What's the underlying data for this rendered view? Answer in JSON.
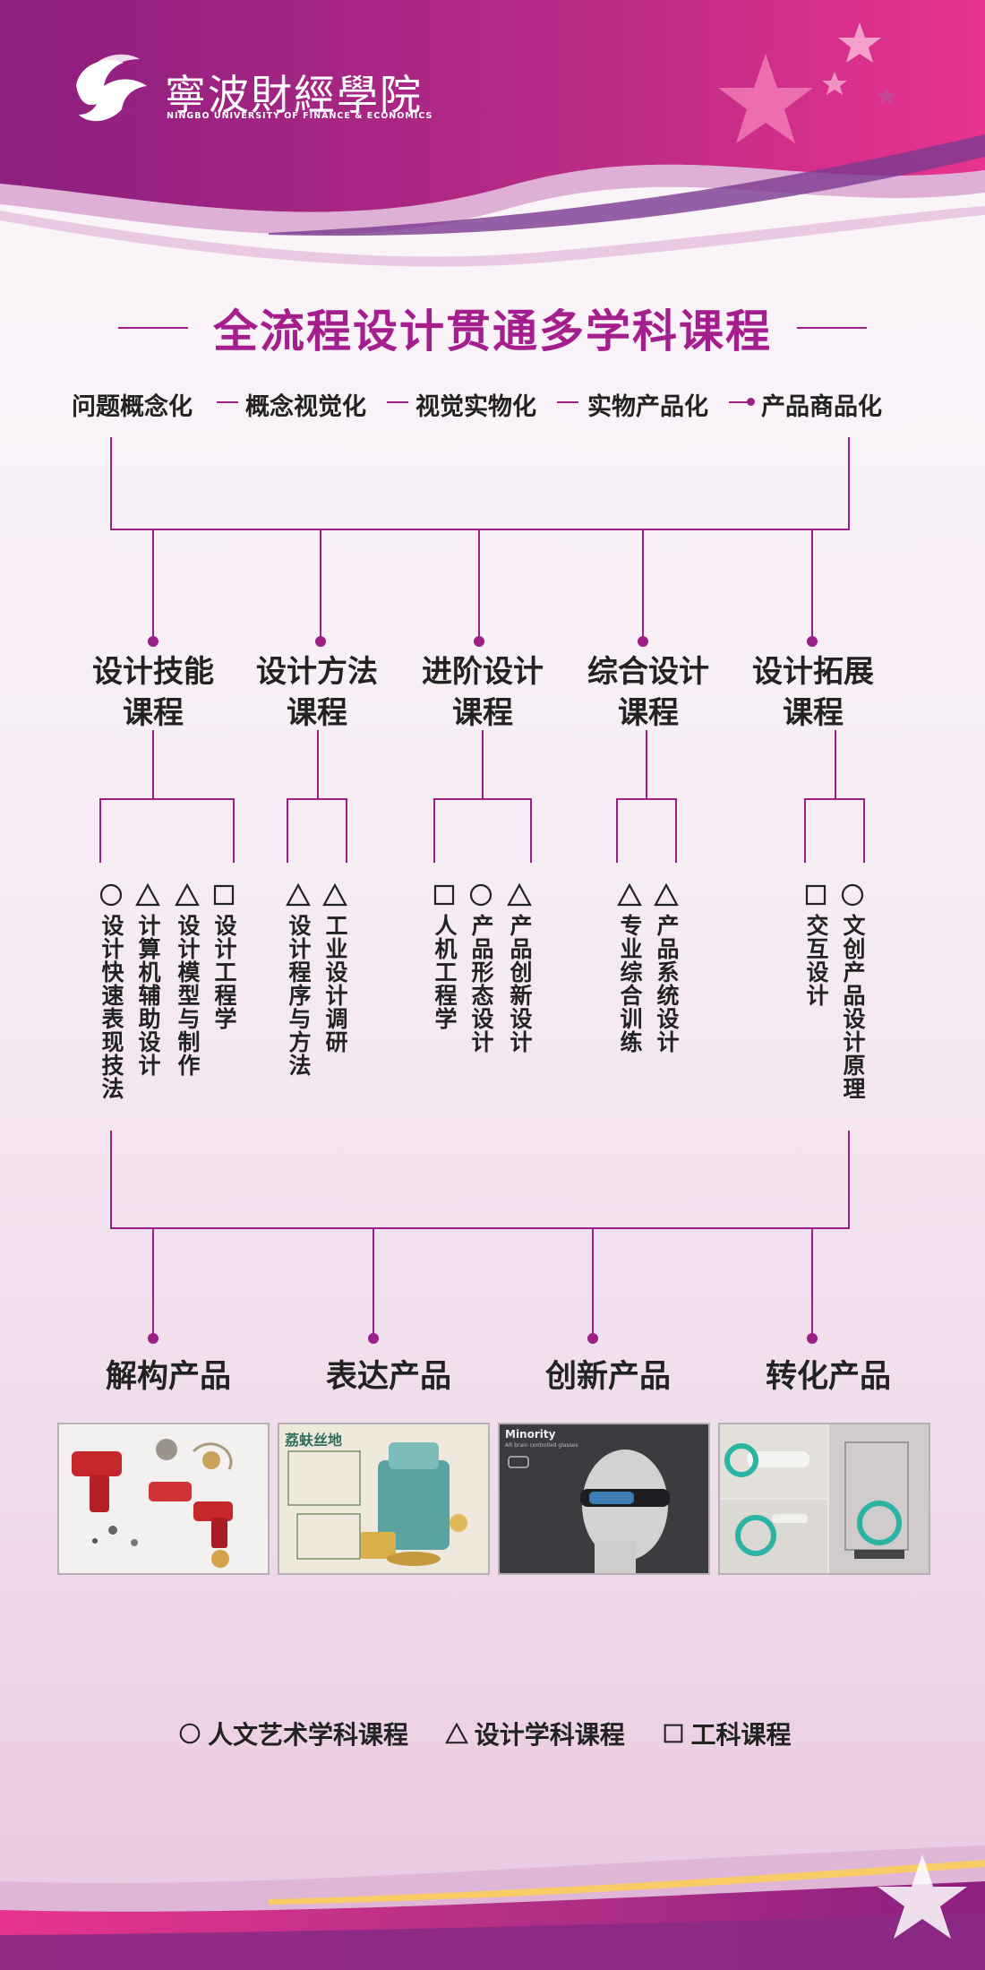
{
  "logo": {
    "name_cn": "寧波財經學院",
    "name_en": "NINGBO UNIVERSITY OF FINANCE & ECONOMICS"
  },
  "title": "全流程设计贯通多学科课程",
  "stages": [
    "问题概念化",
    "概念视觉化",
    "视觉实物化",
    "实物产品化",
    "产品商品化"
  ],
  "categories": [
    {
      "line1": "设计技能",
      "line2": "课程",
      "courses": [
        {
          "symbol": "circle",
          "text": "设计快速表现技法"
        },
        {
          "symbol": "triangle",
          "text": "计算机辅助设计"
        },
        {
          "symbol": "triangle",
          "text": "设计模型与制作"
        },
        {
          "symbol": "square",
          "text": "设计工程学"
        }
      ]
    },
    {
      "line1": "设计方法",
      "line2": "课程",
      "courses": [
        {
          "symbol": "triangle",
          "text": "设计程序与方法"
        },
        {
          "symbol": "triangle",
          "text": "工业设计调研"
        }
      ]
    },
    {
      "line1": "进阶设计",
      "line2": "课程",
      "courses": [
        {
          "symbol": "square",
          "text": "人机工程学"
        },
        {
          "symbol": "circle",
          "text": "产品形态设计"
        },
        {
          "symbol": "triangle",
          "text": "产品创新设计"
        }
      ]
    },
    {
      "line1": "综合设计",
      "line2": "课程",
      "courses": [
        {
          "symbol": "triangle",
          "text": "专业综合训练"
        },
        {
          "symbol": "triangle",
          "text": "产品系统设计"
        }
      ]
    },
    {
      "line1": "设计拓展",
      "line2": "课程",
      "courses": [
        {
          "symbol": "square",
          "text": "交互设计"
        },
        {
          "symbol": "circle",
          "text": "文创产品设计原理"
        }
      ]
    }
  ],
  "products": [
    "解构产品",
    "表达产品",
    "创新产品",
    "转化产品"
  ],
  "photos": {
    "sketch_title": "荔蚨丝地",
    "minority_title": "Minority",
    "minority_subtitle": "AR brain controlled glasses"
  },
  "legend": [
    {
      "symbol": "circle",
      "label": "人文艺术学科课程"
    },
    {
      "symbol": "triangle",
      "label": "设计学科课程"
    },
    {
      "symbol": "square",
      "label": "工科课程"
    }
  ],
  "colors": {
    "accent": "#a51e8e",
    "line": "#9b1f86",
    "header_start": "#8c1f7f",
    "header_end": "#e8338f"
  }
}
